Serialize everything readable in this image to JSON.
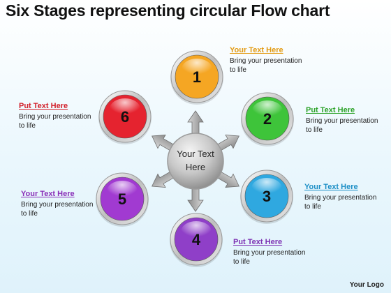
{
  "title": "Six Stages representing circular Flow chart",
  "center_text": "Your Text Here",
  "logo_text": "Your Logo",
  "stages": [
    {
      "number": "1",
      "heading": "Your Text Here",
      "body": "Bring your presentation to life",
      "color": "#f5a623",
      "heading_color": "#e39b12"
    },
    {
      "number": "2",
      "heading": "Put Text Here",
      "body": "Bring your presentation to life",
      "color": "#3ec43a",
      "heading_color": "#2ea32a"
    },
    {
      "number": "3",
      "heading": "Your Text Here",
      "body": "Bring your presentation to life",
      "color": "#2fa8e0",
      "heading_color": "#1d8fc6"
    },
    {
      "number": "4",
      "heading": "Put Text Here",
      "body": "Bring your presentation to life",
      "color": "#8f3fc8",
      "heading_color": "#7d31b3"
    },
    {
      "number": "5",
      "heading": "Your Text Here",
      "body": "Bring your presentation to life",
      "color": "#a13ad1",
      "heading_color": "#8a2fb8"
    },
    {
      "number": "6",
      "heading": "Put Text Here",
      "body": "Bring your presentation to life",
      "color": "#e5232f",
      "heading_color": "#d21f2a"
    }
  ]
}
